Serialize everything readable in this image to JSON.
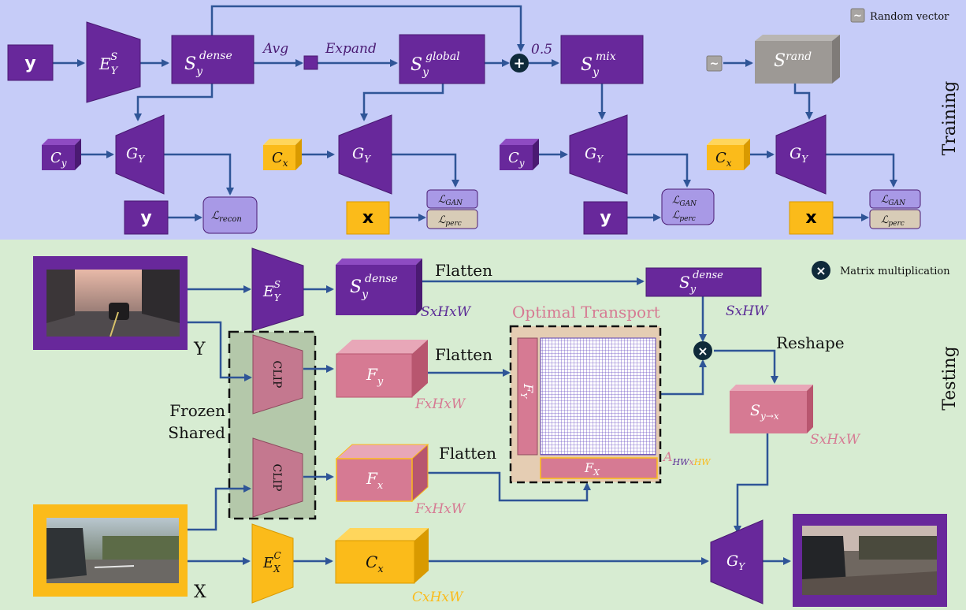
{
  "legend": {
    "random_vector": "Random vector",
    "random_glyph": "~",
    "matmul": "Matrix multiplication",
    "matmul_glyph": "×",
    "plus_glyph": "+"
  },
  "sections": {
    "training": "Training",
    "testing": "Testing"
  },
  "training": {
    "y_input": "y",
    "encoder": "E",
    "encoder_sub": "Y",
    "encoder_sup": "S",
    "s_dense": "S",
    "s_dense_sub": "y",
    "s_dense_sup": "dense",
    "avg": "Avg",
    "expand": "Expand",
    "s_global": "S",
    "s_global_sub": "y",
    "s_global_sup": "global",
    "weight": "0.5",
    "s_mix": "S",
    "s_mix_sub": "y",
    "s_mix_sup": "mix",
    "s_rand": "S",
    "s_rand_sup": "rand",
    "c_y": "C",
    "c_y_sub": "y",
    "c_x": "C",
    "c_x_sub": "x",
    "generator": "G",
    "generator_sub": "Y",
    "x_target": "x",
    "y_target": "y",
    "loss_sym": "ℒ",
    "recon": "recon",
    "gan": "GAN",
    "perc": "perc"
  },
  "testing": {
    "Y_label": "Y",
    "X_label": "X",
    "encoder": "E",
    "encoder_sub": "Y",
    "encoder_sup": "S",
    "encoder_x": "E",
    "encoder_x_sub": "X",
    "encoder_x_sup": "C",
    "s_dense": "S",
    "s_dense_sub": "y",
    "s_dense_sup": "dense",
    "dim_sxhxw": "SxHxW",
    "dim_sxhw": "SxHW",
    "flatten": "Flatten",
    "reshape": "Reshape",
    "frozen": "Frozen",
    "shared": "Shared",
    "clip": "CLIP",
    "f_y": "F",
    "f_y_sub": "y",
    "f_x": "F",
    "f_x_sub": "x",
    "dim_fxhxw": "FxHxW",
    "optimal_transport": "Optimal Transport",
    "fy_bar": "F",
    "fy_bar_sub": "Y",
    "fx_bar": "F",
    "fx_bar_sub": "X",
    "a_label": "A",
    "a_hw1": "HW",
    "a_x": "x",
    "a_hw2": "HW",
    "s_yx": "S",
    "s_yx_sub": "y→x",
    "dim_sxhxw2": "SxHxW",
    "c_x": "C",
    "c_x_sub": "x",
    "dim_cxhxw": "CxHxW",
    "generator": "G",
    "generator_sub": "Y"
  },
  "colors": {
    "training_bg": "#c6ccf8",
    "testing_bg": "#d7ecd2",
    "purple": "#68289b",
    "purple_dark": "#4a1a72",
    "orange": "#fbbb1a",
    "pink": "#d67a93",
    "gray": "#9d9995",
    "arrow": "#2f5597"
  }
}
